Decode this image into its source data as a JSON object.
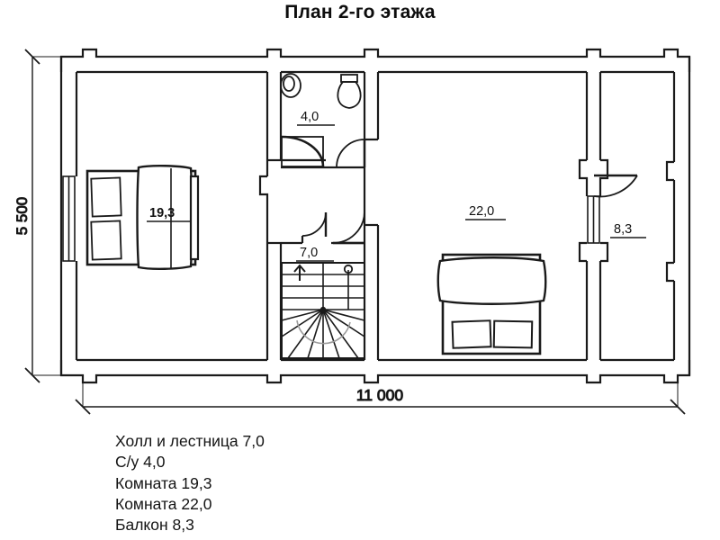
{
  "page": {
    "title": "План 2-го этажа",
    "background_color": "#ffffff",
    "line_color": "#1a1a1a"
  },
  "dimensions": {
    "width_label": "11 000",
    "height_label": "5 500"
  },
  "plan": {
    "area_labels": {
      "bathroom": "4,0",
      "hall_stairs": "7,0",
      "room_left": "19,3",
      "room_right": "22,0",
      "balcony": "8,3"
    },
    "icons": {
      "sink": "sink-icon",
      "toilet": "toilet-icon",
      "shower": "shower-icon",
      "bed_left": "bed-icon",
      "bed_right": "bed-icon",
      "stairs": "staircase-icon",
      "stair_direction": "up-arrow-icon",
      "door_bathroom": "door-swing-icon",
      "door_hall": "door-swing-icon",
      "door_balcony": "door-swing-icon",
      "window_left": "window-icon",
      "window_balcony": "window-icon"
    }
  },
  "legend": {
    "items": [
      "Холл и лестница 7,0",
      "С/у 4,0",
      "Комната 19,3",
      "Комната 22,0",
      "Балкон 8,3"
    ]
  }
}
